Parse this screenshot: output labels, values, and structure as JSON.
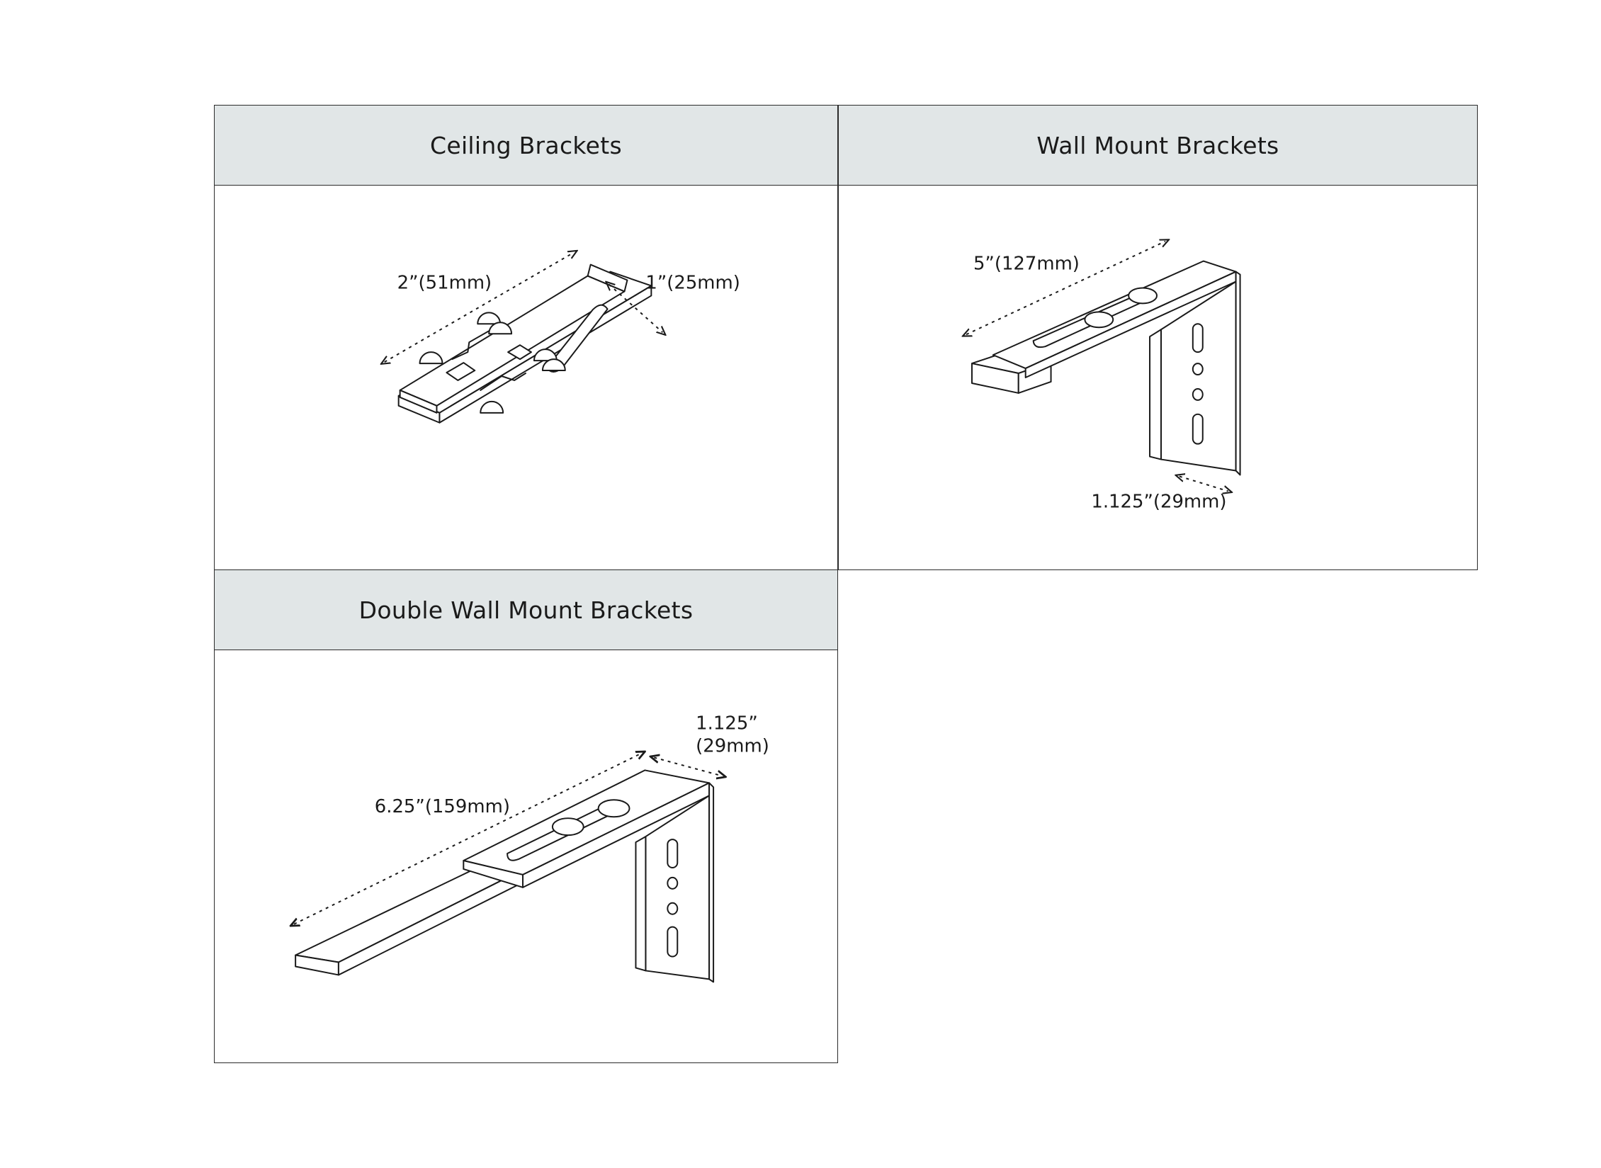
{
  "panels": [
    {
      "id": "ceiling",
      "title": "Ceiling Brackets",
      "icon": "ceiling-bracket-illustration",
      "dimensions": [
        "2”(51mm)",
        "1”(25mm)"
      ]
    },
    {
      "id": "wall",
      "title": "Wall Mount Brackets",
      "icon": "wall-mount-bracket-illustration",
      "dimensions": [
        "5”(127mm)",
        "1.125”(29mm)"
      ]
    },
    {
      "id": "double",
      "title": "Double Wall Mount Brackets",
      "icon": "double-wall-mount-bracket-illustration",
      "dimensions": [
        "6.25”(159mm)",
        "1.125”",
        "(29mm)"
      ]
    }
  ],
  "colors": {
    "header_bg": "#e1e6e7",
    "border": "#2b2b2b",
    "line_art": "#1a1a1a"
  }
}
